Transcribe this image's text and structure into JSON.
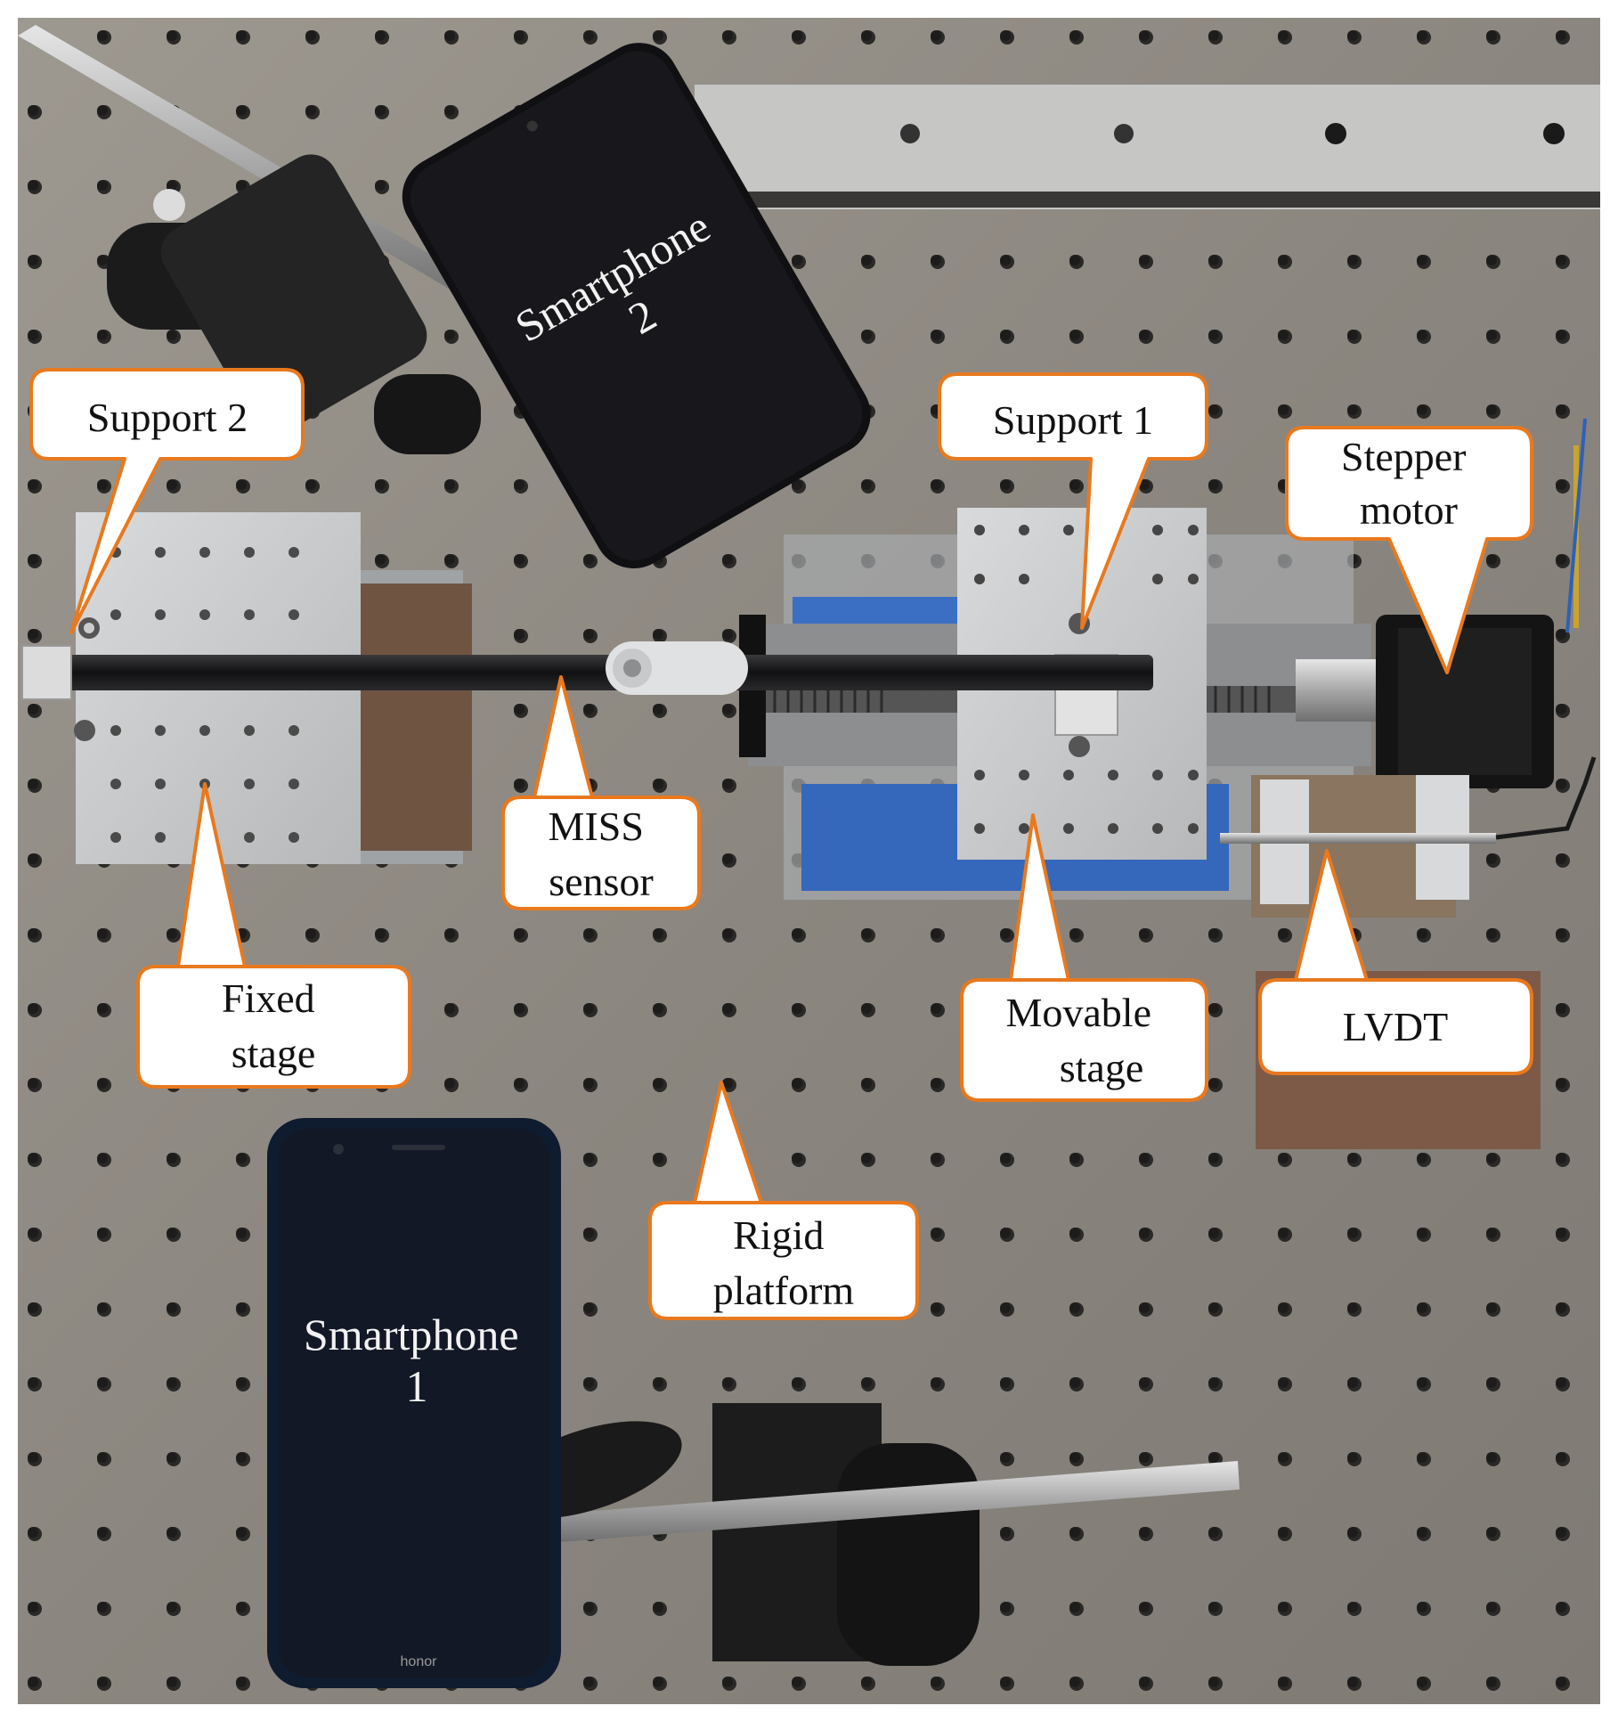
{
  "figure": {
    "labels": {
      "smartphone_2": [
        "Smartphone",
        "2"
      ],
      "support_2": [
        "Support 2"
      ],
      "support_1": [
        "Support 1"
      ],
      "stepper_motor": [
        "Stepper",
        "motor"
      ],
      "miss_sensor": [
        "MISS",
        "sensor"
      ],
      "fixed_stage": [
        "Fixed",
        "stage"
      ],
      "movable_stage": [
        "Movable",
        "stage"
      ],
      "lvdt": [
        "LVDT"
      ],
      "rigid_platform": [
        "Rigid",
        "platform"
      ],
      "smartphone_1": [
        "Smartphone",
        "1"
      ]
    },
    "phone_brand": "honor",
    "colors": {
      "callout_border": "#e8791e",
      "callout_fill": "#ffffff",
      "platform": "#8f8a84",
      "platform_hole": "#2a2826",
      "phone_body": "#0f0f12",
      "aluminum": "#c9cbcd",
      "carbon_rod": "#1d1d1f",
      "blue_scale": "#3b6fc4",
      "wood": "#7a5c47"
    }
  }
}
